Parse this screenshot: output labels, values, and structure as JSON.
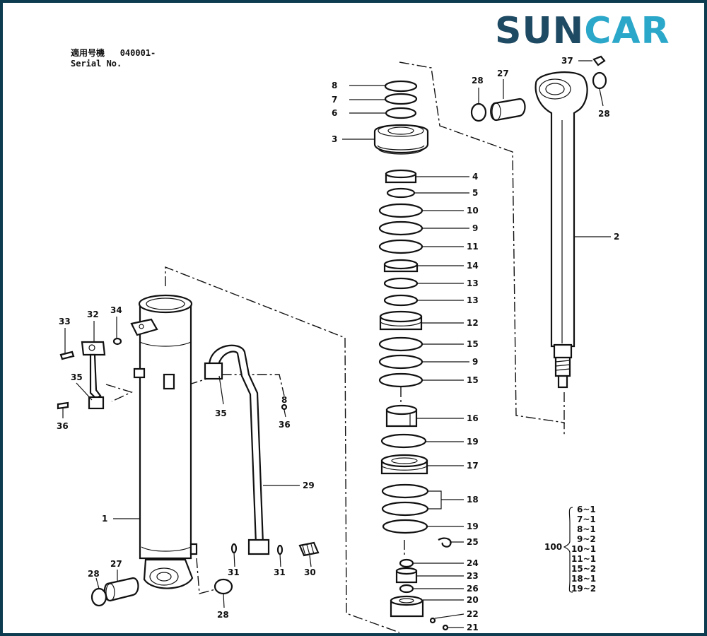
{
  "brand": {
    "part1": "SUN",
    "part2": "CAR",
    "color_dark": "#1f4a63",
    "color_light": "#2aa7c9"
  },
  "header": {
    "applicable_label": "適用号機",
    "serial_label": "Serial No.",
    "serial_value": "040001-"
  },
  "labels": {
    "p1": "1",
    "p2": "2",
    "p3": "3",
    "p4": "4",
    "p5": "5",
    "p6": "6",
    "p7": "7",
    "p8": "8",
    "p9a": "9",
    "p9b": "9",
    "p10": "10",
    "p11": "11",
    "p12": "12",
    "p13a": "13",
    "p13b": "13",
    "p14": "14",
    "p15a": "15",
    "p15b": "15",
    "p16": "16",
    "p17": "17",
    "p18": "18",
    "p19a": "19",
    "p19b": "19",
    "p20": "20",
    "p21": "21",
    "p22": "22",
    "p23": "23",
    "p24": "24",
    "p25": "25",
    "p26": "26",
    "p27a": "27",
    "p27b": "27",
    "p28a": "28",
    "p28b": "28",
    "p28c": "28",
    "p28d": "28",
    "p29": "29",
    "p30": "30",
    "p31a": "31",
    "p31b": "31",
    "p32": "32",
    "p33": "33",
    "p34": "34",
    "p35a": "35",
    "p35b": "35",
    "p36a": "36",
    "p36b": "36",
    "p37": "37",
    "p8b": "8"
  },
  "kit": {
    "number": "100",
    "items": [
      "6~1",
      "7~1",
      "8~1",
      "9~2",
      "10~1",
      "11~1",
      "15~2",
      "18~1",
      "19~2"
    ]
  }
}
